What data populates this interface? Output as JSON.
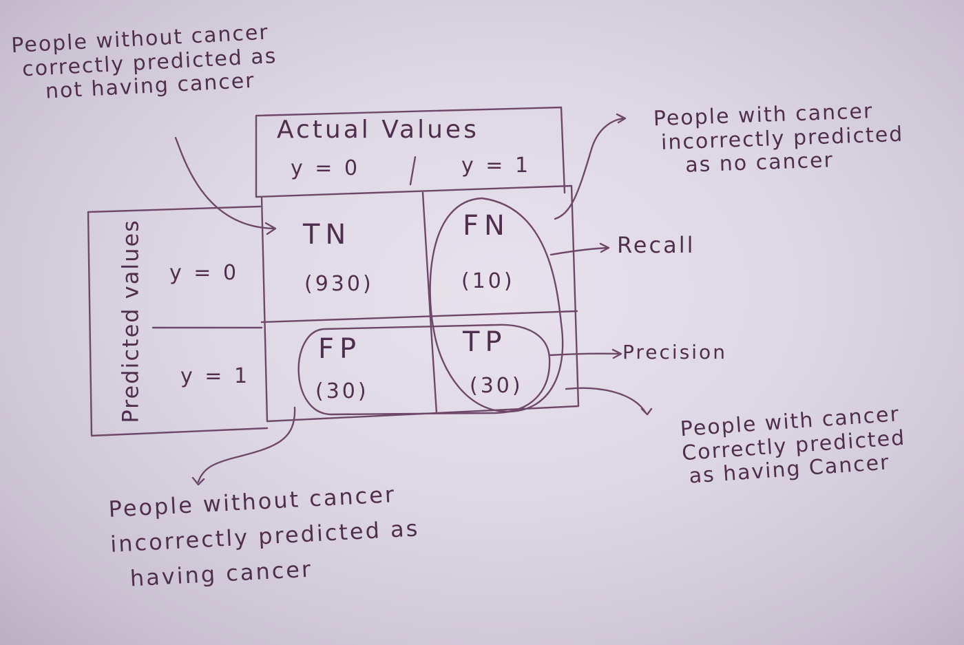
{
  "matrix": {
    "actual_header": "Actual Values",
    "predicted_header": "Predicted values",
    "actual_y0": "y = 0",
    "actual_y1": "y = 1",
    "predicted_y0": "y = 0",
    "predicted_y1": "y = 1",
    "tn_label": "TN",
    "tn_count": "(930)",
    "fn_label": "FN",
    "fn_count": "(10)",
    "fp_label": "FP",
    "fp_count": "(30)",
    "tp_label": "TP",
    "tp_count": "(30)"
  },
  "annotations": {
    "tn_note": [
      "People without cancer",
      "correctly predicted as",
      "not having cancer"
    ],
    "fn_note": [
      "People with cancer",
      "incorrectly predicted",
      "as no cancer"
    ],
    "recall": "Recall",
    "precision": "Precision",
    "fp_note": [
      "People without cancer",
      "incorrectly predicted as",
      "having cancer"
    ],
    "tp_note": [
      "People with cancer",
      "Correctly predicted",
      "as having Cancer"
    ]
  },
  "colors": {
    "ink": "#5e3a5a",
    "text": "#4f2f4d",
    "paper": "#e3dde8"
  }
}
